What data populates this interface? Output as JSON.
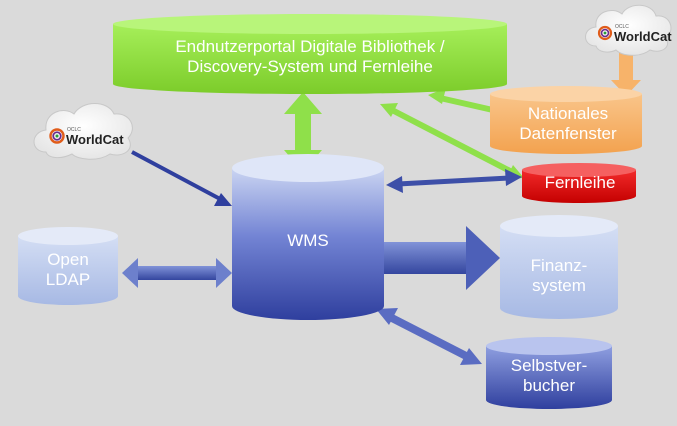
{
  "nodes": {
    "portal": {
      "line1": "Endnutzerportal Digitale Bibliothek /",
      "line2": "Discovery-System und Fernleihe"
    },
    "nationales": {
      "line1": "Nationales",
      "line2": "Datenfenster"
    },
    "fernleihe": {
      "label": "Fernleihe"
    },
    "wms": {
      "label": "WMS"
    },
    "ldap": {
      "line1": "Open",
      "line2": "LDAP"
    },
    "finanz": {
      "line1": "Finanz-",
      "line2": "system"
    },
    "selbst": {
      "line1": "Selbstver-",
      "line2": "bucher"
    }
  },
  "logos": {
    "worldcat_top_right": {
      "oclc": "OCLC",
      "brand": "WorldCat"
    },
    "worldcat_left": {
      "oclc": "OCLC",
      "brand": "WorldCat"
    }
  },
  "colors": {
    "background": "#dadada",
    "portal": "#8fdf3c",
    "nationales": "#f7b36a",
    "fernleihe": "#e01010",
    "wms": "#4b5fc0",
    "storage_light": "#b7c7ea",
    "arrow_green": "#8fe04a",
    "arrow_blue": "#3d4fa8"
  }
}
